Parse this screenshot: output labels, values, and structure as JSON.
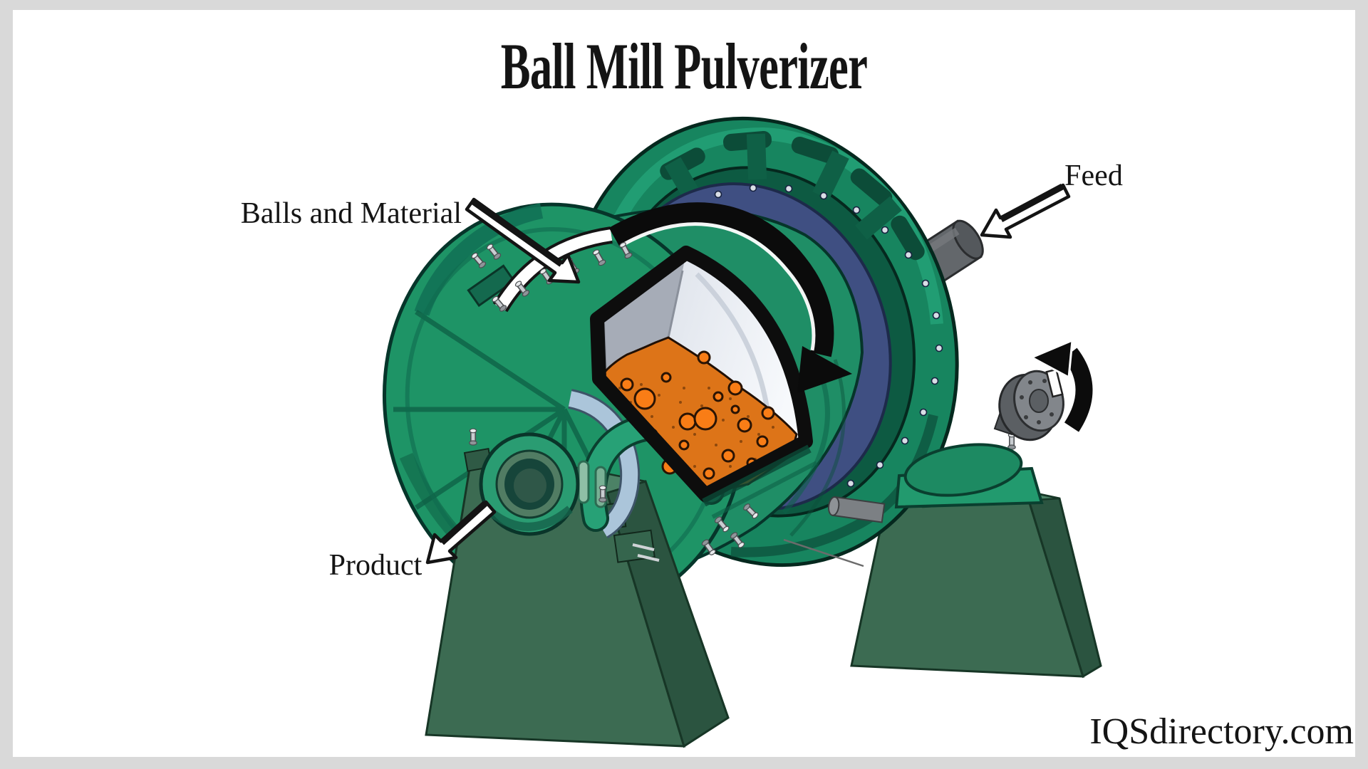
{
  "title": "Ball Mill Pulverizer",
  "labels": {
    "balls_and_material": "Balls and Material",
    "feed": "Feed",
    "product": "Product"
  },
  "watermark": "IQSdirectory.com",
  "palette": {
    "page_border": "#d9d9d9",
    "canvas": "#ffffff",
    "machine_green": "#1f8e66",
    "machine_green_light": "#2aa47c",
    "machine_green_dark": "#0d5f45",
    "pedestal_green_front": "#3c6b52",
    "pedestal_green_side": "#2b5440",
    "flange_blue": "#3f4f82",
    "bolt_dot": "#d9dee6",
    "material_orange": "#dd7418",
    "ball_orange": "#f97d16",
    "steel_gray": "#63676b",
    "liner_blue": "#abc5da",
    "ink": "#111111"
  }
}
